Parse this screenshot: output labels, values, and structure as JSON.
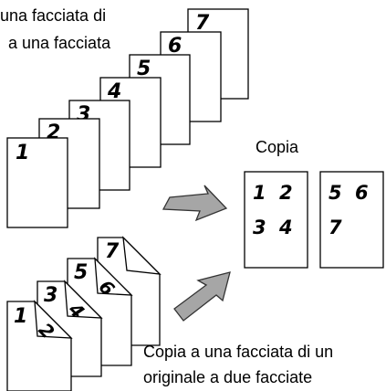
{
  "top_caption": {
    "line1": "una facciata di",
    "line2": "a una facciata"
  },
  "copy_label": "Copia",
  "bottom_caption": {
    "line1": "Copia a una facciata di un",
    "line2": "originale a due facciate"
  },
  "single_sided_stack": [
    "1",
    "2",
    "3",
    "4",
    "5",
    "6",
    "7"
  ],
  "copy_sheets": [
    {
      "cells": [
        "1",
        "2",
        "3",
        "4"
      ]
    },
    {
      "cells": [
        "5",
        "6",
        "7"
      ]
    }
  ],
  "two_sided_stack": [
    {
      "front": "1",
      "back": "2"
    },
    {
      "front": "3",
      "back": "4"
    },
    {
      "front": "5",
      "back": "6"
    },
    {
      "front": "7",
      "back": ""
    }
  ],
  "colors": {
    "arrow_fill": "#a6a6a6",
    "line": "#000000",
    "page": "#ffffff"
  }
}
